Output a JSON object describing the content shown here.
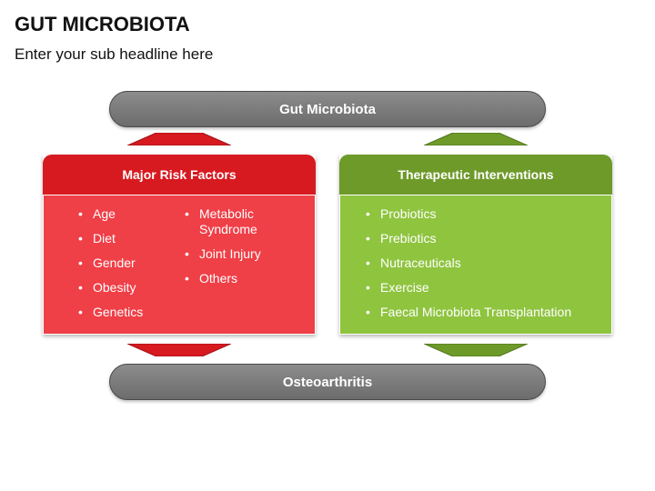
{
  "header": {
    "title": "GUT MICROBIOTA",
    "subtitle": "Enter your sub headline here"
  },
  "top_node": {
    "label": "Gut Microbiota"
  },
  "bottom_node": {
    "label": "Osteoarthritis"
  },
  "risk_factors": {
    "title": "Major Risk Factors",
    "column1": [
      "Age",
      "Diet",
      "Gender",
      "Obesity",
      "Genetics"
    ],
    "column2": [
      "Metabolic Syndrome",
      "Joint Injury",
      "Others"
    ],
    "color_header": "#d71920",
    "color_body": "#ef3f47"
  },
  "interventions": {
    "title": "Therapeutic Interventions",
    "items": [
      "Probiotics",
      "Prebiotics",
      "Nutraceuticals",
      "Exercise",
      "Faecal Microbiota Transplantation"
    ],
    "color_header": "#6e9a2a",
    "color_body": "#8fc43f"
  },
  "arrows": [
    {
      "name": "up-arrow-red",
      "direction": "up",
      "color": "#d71920"
    },
    {
      "name": "up-arrow-green",
      "direction": "up",
      "color": "#6e9a2a"
    },
    {
      "name": "down-arrow-red",
      "direction": "down",
      "color": "#d71920"
    },
    {
      "name": "down-arrow-green",
      "direction": "down",
      "color": "#6e9a2a"
    }
  ]
}
